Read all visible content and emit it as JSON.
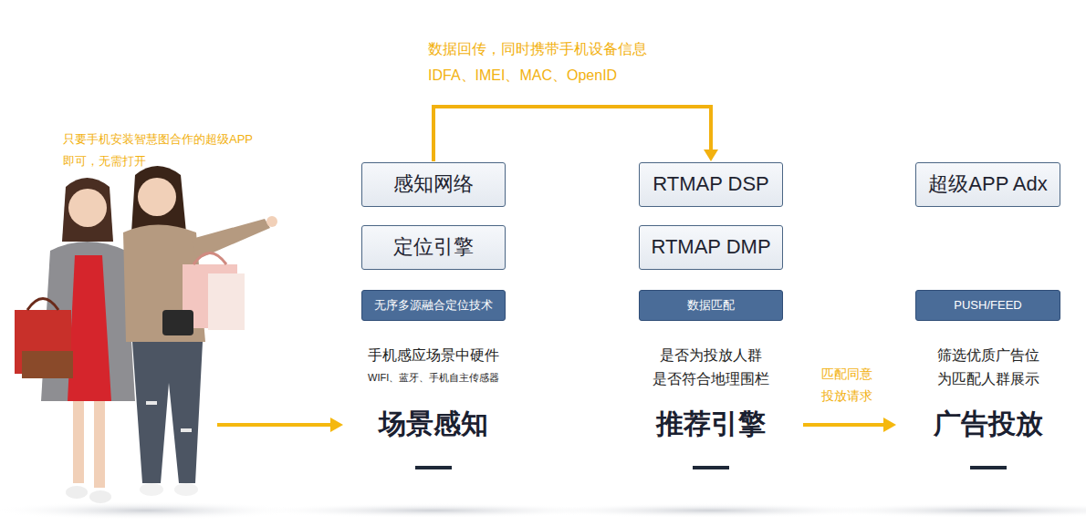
{
  "diagram": {
    "nodes": [
      {
        "text": [
          "感知网络"
        ]
      },
      {
        "text": [
          "定位引擎"
        ]
      },
      {
        "text": [
          "无序多源融合定位技术"
        ]
      },
      {
        "text": [
          "RTMAP DSP"
        ]
      },
      {
        "text": [
          "RTMAP DMP"
        ]
      },
      {
        "text": [
          "数据匹配"
        ]
      },
      {
        "text": [
          "超级APP Adx"
        ]
      },
      {
        "text": [
          "PUSH/FEED"
        ]
      }
    ],
    "edges": [
      {
        "from": 0,
        "to": 3,
        "arrow": "to"
      }
    ],
    "labels": [
      "数据回传，同时携带手机设备信息",
      "IDFA、IMEI、MAC、OpenID",
      "只要手机安装智慧图合作的超级APP",
      "即可，无需打开",
      "手机感应场景中硬件",
      "WIFI、蓝牙、手机自主传感器",
      "场景感知",
      "是否为投放人群",
      "是否符合地理围栏",
      "推荐引擎",
      "匹配同意",
      "投放请求",
      "筛选优质广告位",
      "为匹配人群展示",
      "广告投放"
    ]
  }
}
